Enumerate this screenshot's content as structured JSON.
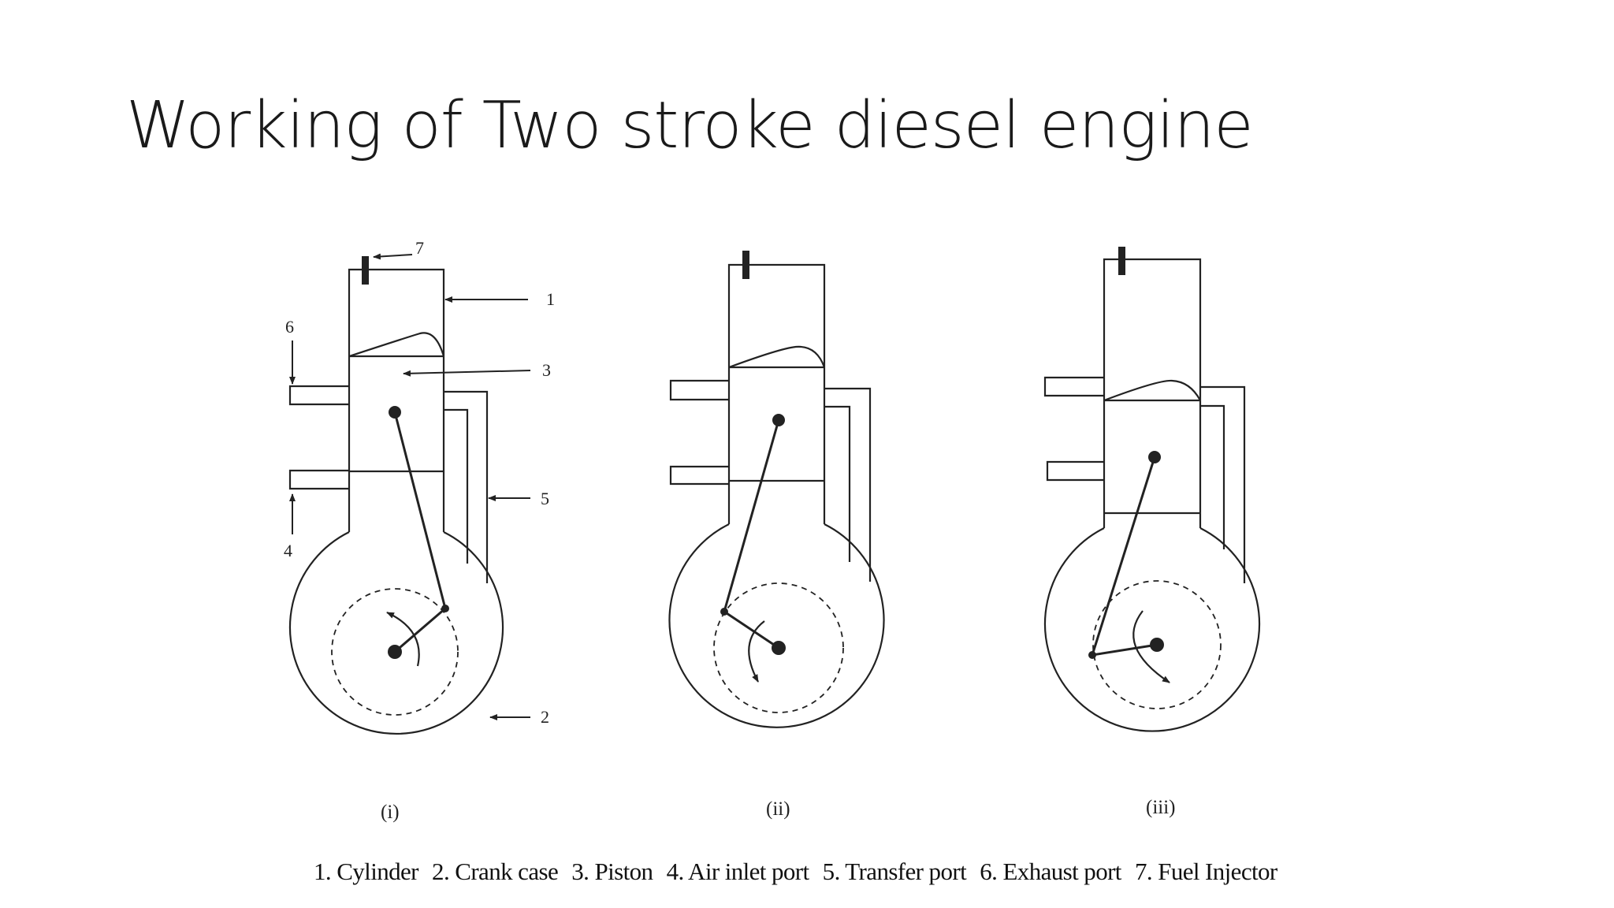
{
  "slide": {
    "title": "Working of Two stroke diesel engine"
  },
  "diagram": {
    "part_numbers": [
      "1",
      "2",
      "3",
      "4",
      "5",
      "6",
      "7"
    ],
    "captions": [
      "(i)",
      "(ii)",
      "(iii)"
    ],
    "legend": [
      "1. Cylinder",
      "2. Crank case",
      "3. Piston",
      "4. Air inlet port",
      "5. Transfer port",
      "6. Exhaust port",
      "7. Fuel Injector"
    ]
  }
}
